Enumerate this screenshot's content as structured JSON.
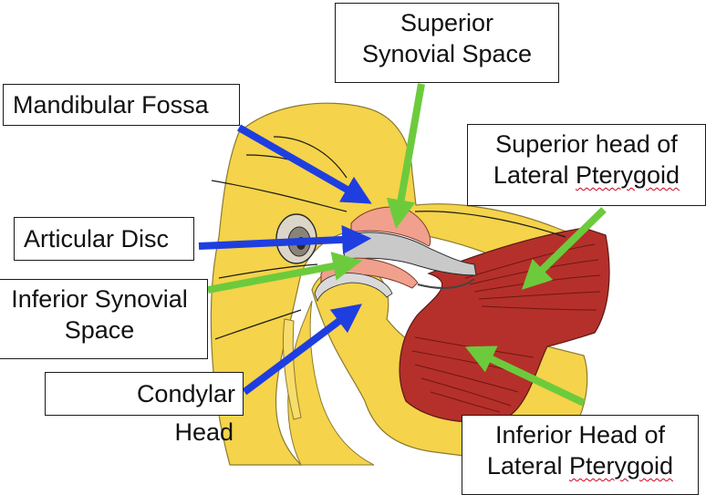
{
  "labels": {
    "superior_synovial_space": {
      "line1": "Superior",
      "line2": "Synovial Space"
    },
    "mandibular_fossa": {
      "text": "Mandibular Fossa"
    },
    "superior_head_lateral_pterygoid": {
      "line1": "Superior head of",
      "line2_prefix": "Lateral ",
      "line2_word": "Pterygoid"
    },
    "articular_disc": {
      "text": "Articular Disc"
    },
    "inferior_synovial_space": {
      "line1": "Inferior Synovial",
      "line2": "Space"
    },
    "condylar_head": {
      "line1": "Condylar",
      "line2": "Head"
    },
    "inferior_head_lateral_pterygoid": {
      "line1": "Inferior Head of",
      "line2_prefix": "Lateral ",
      "line2_word": "Pterygoid"
    }
  },
  "colors": {
    "bone": "#f5d34a",
    "bone_light": "#f8dd6c",
    "disc": "#f0a08c",
    "cartilage": "#c9c9c9",
    "muscle": "#b5302a",
    "arrow_blue": "#1f3ee0",
    "arrow_green": "#6ccb3c",
    "outline": "#1a1a1a",
    "spellcheck": "#d0021b"
  }
}
